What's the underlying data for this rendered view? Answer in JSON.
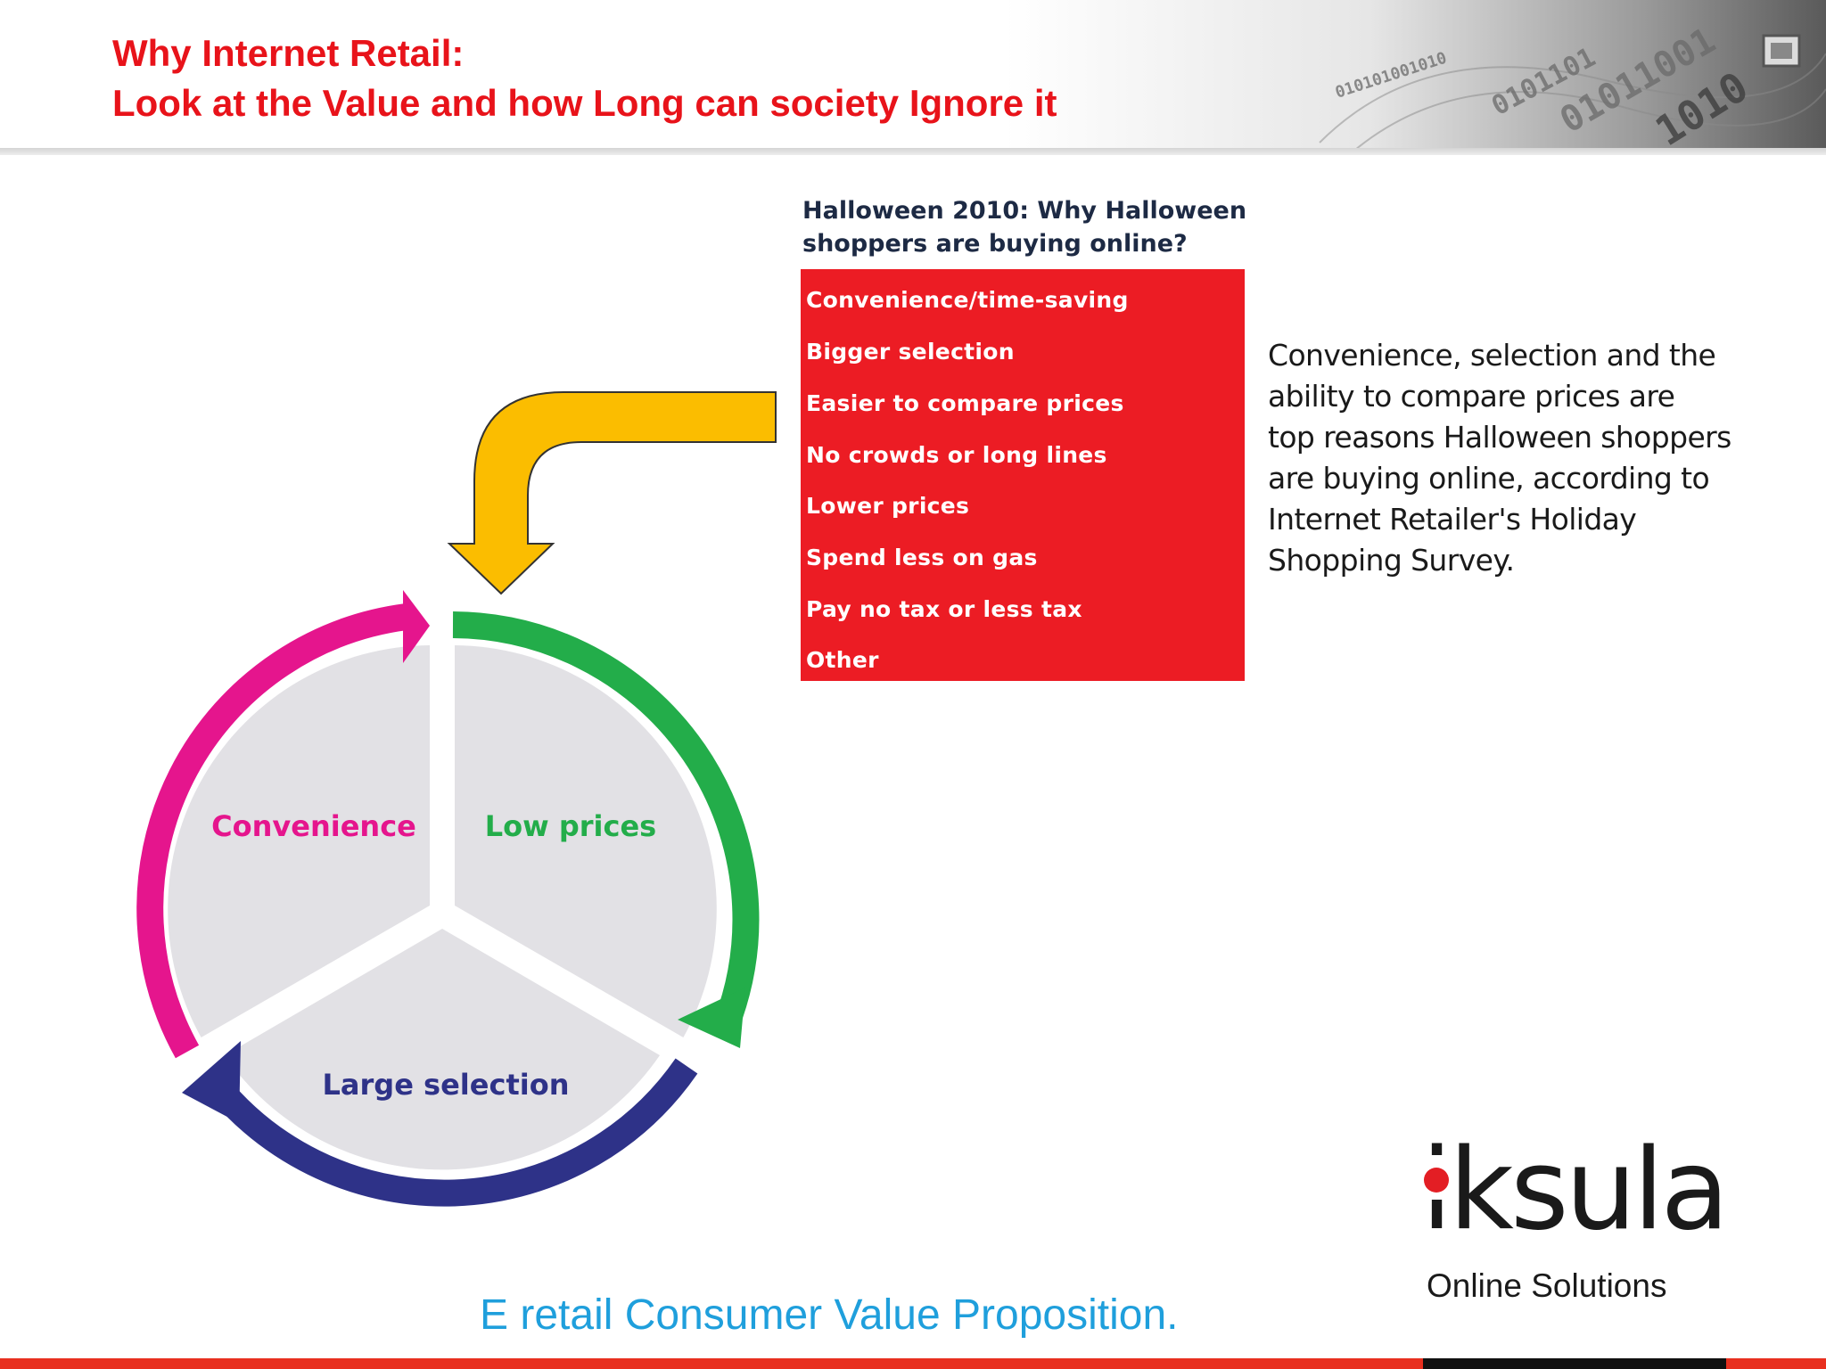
{
  "header": {
    "title_line1": "Why Internet Retail:",
    "title_line2": "Look at the Value and how Long can society Ignore it"
  },
  "survey": {
    "title_line1": "Halloween 2010: Why Halloween",
    "title_line2": "shoppers are buying online?",
    "items": [
      "Convenience/time-saving",
      "Bigger selection",
      "Easier to compare prices",
      "No crowds or long lines",
      "Lower prices",
      "Spend less on gas",
      "Pay no tax or less tax",
      "Other"
    ],
    "box_color": "#ec1c24"
  },
  "quote": {
    "lines": [
      "Convenience, selection and the",
      "ability to compare prices are",
      "top reasons Halloween shoppers",
      "are buying online, according to",
      "Internet Retailer's Holiday",
      "Shopping Survey."
    ]
  },
  "cycle": {
    "segments": [
      {
        "label": "Convenience",
        "color": "#e5158d"
      },
      {
        "label": "Low prices",
        "color": "#23ad4a"
      },
      {
        "label": "Large selection",
        "color": "#2e3288"
      }
    ],
    "arrow_color": "#fbbd00"
  },
  "caption": "E retail Consumer Value Proposition.",
  "logo": {
    "word": "iksula",
    "tagline": "Online Solutions"
  }
}
